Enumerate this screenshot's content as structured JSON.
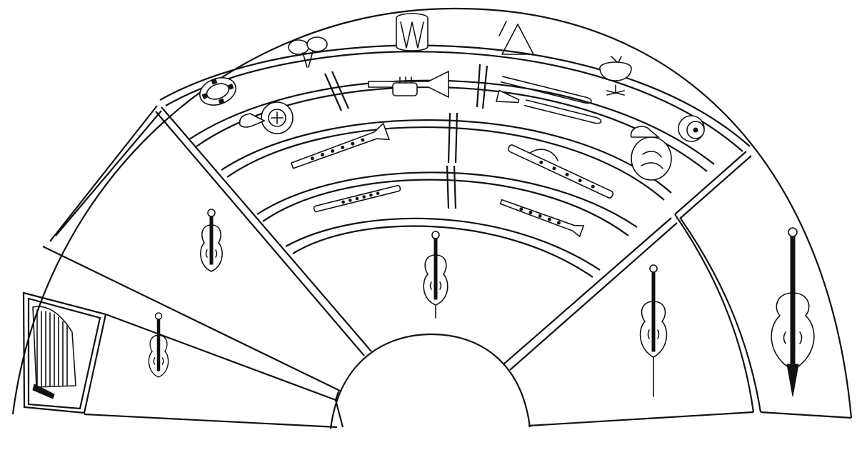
{
  "diagram": {
    "sections": [
      {
        "id": "harp",
        "icon": "harp-icon"
      },
      {
        "id": "first-violins",
        "icon": "violin-icon"
      },
      {
        "id": "second-violins",
        "icon": "violin-icon"
      },
      {
        "id": "violas",
        "icon": "viola-icon"
      },
      {
        "id": "cellos",
        "icon": "cello-icon"
      },
      {
        "id": "double-basses",
        "icon": "double-bass-icon"
      },
      {
        "id": "flutes",
        "icon": "flute-icon"
      },
      {
        "id": "oboes",
        "icon": "oboe-icon"
      },
      {
        "id": "clarinets",
        "icon": "clarinet-icon"
      },
      {
        "id": "bassoons",
        "icon": "bassoon-icon"
      },
      {
        "id": "french-horns",
        "icon": "french-horn-icon"
      },
      {
        "id": "trumpets",
        "icon": "trumpet-icon"
      },
      {
        "id": "trombones-tuba",
        "icon": "trombone-icon"
      },
      {
        "id": "percussion",
        "icon": "percussion-icon"
      }
    ],
    "percussion_instruments": [
      "tambourine-icon",
      "maracas-icon",
      "snare-drum-icon",
      "triangle-icon",
      "timpani-icon",
      "cymbals-icon"
    ]
  }
}
